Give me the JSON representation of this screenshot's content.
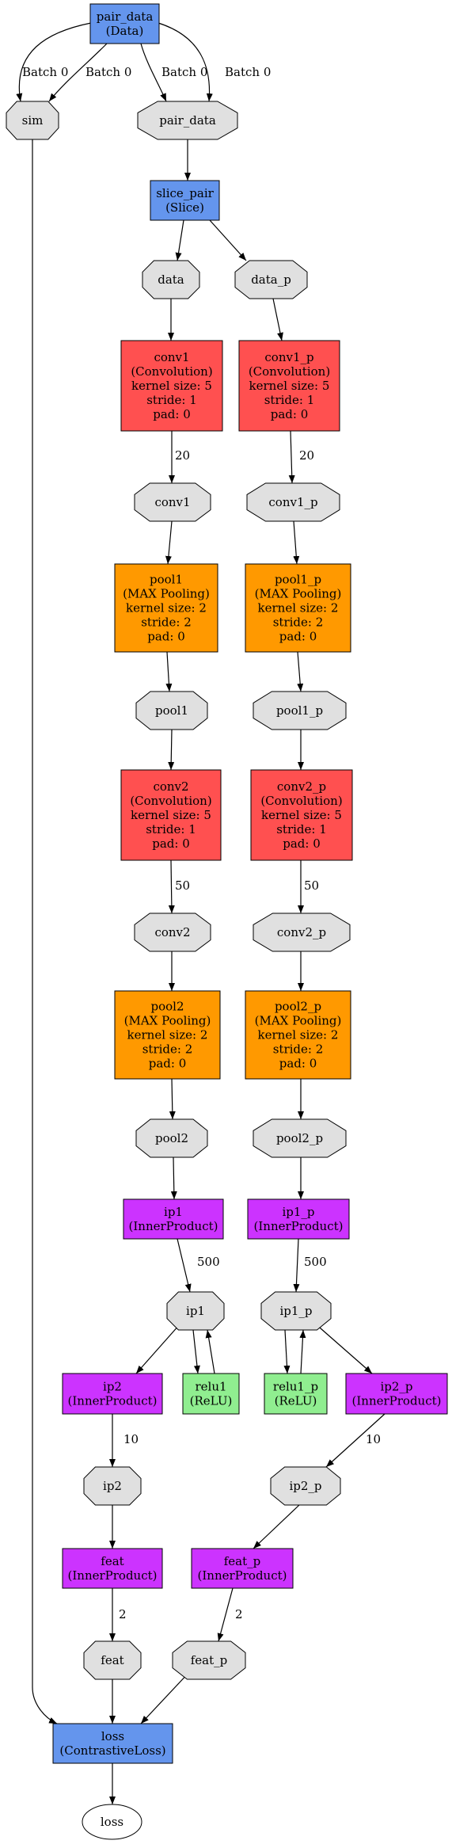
{
  "colors": {
    "data_layer": "#6495ed",
    "conv_layer": "#ff5050",
    "pool_layer": "#ff9900",
    "ip_layer": "#cc33ff",
    "relu_layer": "#90ee90",
    "loss_layer": "#6495ed",
    "blob": "#e0e0e0",
    "output": "#ffffff"
  },
  "nodes": [
    {
      "id": "pair_data_layer",
      "kind": "layer",
      "style": "data_layer",
      "lines": [
        "pair_data",
        "(Data)"
      ]
    },
    {
      "id": "sim",
      "kind": "blob",
      "style": "blob",
      "lines": [
        "sim"
      ]
    },
    {
      "id": "pair_data_blob",
      "kind": "blob",
      "style": "blob",
      "lines": [
        "pair_data"
      ]
    },
    {
      "id": "slice_pair",
      "kind": "layer",
      "style": "data_layer",
      "lines": [
        "slice_pair",
        "(Slice)"
      ]
    },
    {
      "id": "data",
      "kind": "blob",
      "style": "blob",
      "lines": [
        "data"
      ]
    },
    {
      "id": "data_p",
      "kind": "blob",
      "style": "blob",
      "lines": [
        "data_p"
      ]
    },
    {
      "id": "conv1",
      "kind": "layer",
      "style": "conv_layer",
      "lines": [
        "conv1",
        "(Convolution)",
        "kernel size: 5",
        "stride: 1",
        "pad: 0"
      ]
    },
    {
      "id": "conv1_p",
      "kind": "layer",
      "style": "conv_layer",
      "lines": [
        "conv1_p",
        "(Convolution)",
        "kernel size: 5",
        "stride: 1",
        "pad: 0"
      ]
    },
    {
      "id": "conv1_blob",
      "kind": "blob",
      "style": "blob",
      "lines": [
        "conv1"
      ]
    },
    {
      "id": "conv1_p_blob",
      "kind": "blob",
      "style": "blob",
      "lines": [
        "conv1_p"
      ]
    },
    {
      "id": "pool1",
      "kind": "layer",
      "style": "pool_layer",
      "lines": [
        "pool1",
        "(MAX Pooling)",
        "kernel size: 2",
        "stride: 2",
        "pad: 0"
      ]
    },
    {
      "id": "pool1_p",
      "kind": "layer",
      "style": "pool_layer",
      "lines": [
        "pool1_p",
        "(MAX Pooling)",
        "kernel size: 2",
        "stride: 2",
        "pad: 0"
      ]
    },
    {
      "id": "pool1_blob",
      "kind": "blob",
      "style": "blob",
      "lines": [
        "pool1"
      ]
    },
    {
      "id": "pool1_p_blob",
      "kind": "blob",
      "style": "blob",
      "lines": [
        "pool1_p"
      ]
    },
    {
      "id": "conv2",
      "kind": "layer",
      "style": "conv_layer",
      "lines": [
        "conv2",
        "(Convolution)",
        "kernel size: 5",
        "stride: 1",
        "pad: 0"
      ]
    },
    {
      "id": "conv2_p",
      "kind": "layer",
      "style": "conv_layer",
      "lines": [
        "conv2_p",
        "(Convolution)",
        "kernel size: 5",
        "stride: 1",
        "pad: 0"
      ]
    },
    {
      "id": "conv2_blob",
      "kind": "blob",
      "style": "blob",
      "lines": [
        "conv2"
      ]
    },
    {
      "id": "conv2_p_blob",
      "kind": "blob",
      "style": "blob",
      "lines": [
        "conv2_p"
      ]
    },
    {
      "id": "pool2",
      "kind": "layer",
      "style": "pool_layer",
      "lines": [
        "pool2",
        "(MAX Pooling)",
        "kernel size: 2",
        "stride: 2",
        "pad: 0"
      ]
    },
    {
      "id": "pool2_p",
      "kind": "layer",
      "style": "pool_layer",
      "lines": [
        "pool2_p",
        "(MAX Pooling)",
        "kernel size: 2",
        "stride: 2",
        "pad: 0"
      ]
    },
    {
      "id": "pool2_blob",
      "kind": "blob",
      "style": "blob",
      "lines": [
        "pool2"
      ]
    },
    {
      "id": "pool2_p_blob",
      "kind": "blob",
      "style": "blob",
      "lines": [
        "pool2_p"
      ]
    },
    {
      "id": "ip1",
      "kind": "layer",
      "style": "ip_layer",
      "lines": [
        "ip1",
        "(InnerProduct)"
      ]
    },
    {
      "id": "ip1_p",
      "kind": "layer",
      "style": "ip_layer",
      "lines": [
        "ip1_p",
        "(InnerProduct)"
      ]
    },
    {
      "id": "ip1_blob",
      "kind": "blob",
      "style": "blob",
      "lines": [
        "ip1"
      ]
    },
    {
      "id": "ip1_p_blob",
      "kind": "blob",
      "style": "blob",
      "lines": [
        "ip1_p"
      ]
    },
    {
      "id": "ip2",
      "kind": "layer",
      "style": "ip_layer",
      "lines": [
        "ip2",
        "(InnerProduct)"
      ]
    },
    {
      "id": "relu1",
      "kind": "layer",
      "style": "relu_layer",
      "lines": [
        "relu1",
        "(ReLU)"
      ]
    },
    {
      "id": "relu1_p",
      "kind": "layer",
      "style": "relu_layer",
      "lines": [
        "relu1_p",
        "(ReLU)"
      ]
    },
    {
      "id": "ip2_p",
      "kind": "layer",
      "style": "ip_layer",
      "lines": [
        "ip2_p",
        "(InnerProduct)"
      ]
    },
    {
      "id": "ip2_blob",
      "kind": "blob",
      "style": "blob",
      "lines": [
        "ip2"
      ]
    },
    {
      "id": "ip2_p_blob",
      "kind": "blob",
      "style": "blob",
      "lines": [
        "ip2_p"
      ]
    },
    {
      "id": "feat",
      "kind": "layer",
      "style": "ip_layer",
      "lines": [
        "feat",
        "(InnerProduct)"
      ]
    },
    {
      "id": "feat_p",
      "kind": "layer",
      "style": "ip_layer",
      "lines": [
        "feat_p",
        "(InnerProduct)"
      ]
    },
    {
      "id": "feat_blob",
      "kind": "blob",
      "style": "blob",
      "lines": [
        "feat"
      ]
    },
    {
      "id": "feat_p_blob",
      "kind": "blob",
      "style": "blob",
      "lines": [
        "feat_p"
      ]
    },
    {
      "id": "loss_layer",
      "kind": "layer",
      "style": "loss_layer",
      "lines": [
        "loss",
        "(ContrastiveLoss)"
      ]
    },
    {
      "id": "loss_out",
      "kind": "output",
      "style": "output",
      "lines": [
        "loss"
      ]
    }
  ],
  "edges": [
    {
      "from": "pair_data_layer",
      "to": "sim",
      "label": "Batch 0"
    },
    {
      "from": "pair_data_layer",
      "to": "sim",
      "label": "Batch 0"
    },
    {
      "from": "pair_data_layer",
      "to": "pair_data_blob",
      "label": "Batch 0"
    },
    {
      "from": "pair_data_layer",
      "to": "pair_data_blob",
      "label": "Batch 0"
    },
    {
      "from": "pair_data_blob",
      "to": "slice_pair",
      "label": ""
    },
    {
      "from": "slice_pair",
      "to": "data",
      "label": ""
    },
    {
      "from": "slice_pair",
      "to": "data_p",
      "label": ""
    },
    {
      "from": "data",
      "to": "conv1",
      "label": ""
    },
    {
      "from": "data_p",
      "to": "conv1_p",
      "label": ""
    },
    {
      "from": "conv1",
      "to": "conv1_blob",
      "label": "20"
    },
    {
      "from": "conv1_p",
      "to": "conv1_p_blob",
      "label": "20"
    },
    {
      "from": "conv1_blob",
      "to": "pool1",
      "label": ""
    },
    {
      "from": "conv1_p_blob",
      "to": "pool1_p",
      "label": ""
    },
    {
      "from": "pool1",
      "to": "pool1_blob",
      "label": ""
    },
    {
      "from": "pool1_p",
      "to": "pool1_p_blob",
      "label": ""
    },
    {
      "from": "pool1_blob",
      "to": "conv2",
      "label": ""
    },
    {
      "from": "pool1_p_blob",
      "to": "conv2_p",
      "label": ""
    },
    {
      "from": "conv2",
      "to": "conv2_blob",
      "label": "50"
    },
    {
      "from": "conv2_p",
      "to": "conv2_p_blob",
      "label": "50"
    },
    {
      "from": "conv2_blob",
      "to": "pool2",
      "label": ""
    },
    {
      "from": "conv2_p_blob",
      "to": "pool2_p",
      "label": ""
    },
    {
      "from": "pool2",
      "to": "pool2_blob",
      "label": ""
    },
    {
      "from": "pool2_p",
      "to": "pool2_p_blob",
      "label": ""
    },
    {
      "from": "pool2_blob",
      "to": "ip1",
      "label": ""
    },
    {
      "from": "pool2_p_blob",
      "to": "ip1_p",
      "label": ""
    },
    {
      "from": "ip1",
      "to": "ip1_blob",
      "label": "500"
    },
    {
      "from": "ip1_p",
      "to": "ip1_p_blob",
      "label": "500"
    },
    {
      "from": "ip1_blob",
      "to": "ip2",
      "label": ""
    },
    {
      "from": "ip1_blob",
      "to": "relu1",
      "label": ""
    },
    {
      "from": "relu1",
      "to": "ip1_blob",
      "label": ""
    },
    {
      "from": "ip1_p_blob",
      "to": "relu1_p",
      "label": ""
    },
    {
      "from": "relu1_p",
      "to": "ip1_p_blob",
      "label": ""
    },
    {
      "from": "ip1_p_blob",
      "to": "ip2_p",
      "label": ""
    },
    {
      "from": "ip2",
      "to": "ip2_blob",
      "label": "10"
    },
    {
      "from": "ip2_p",
      "to": "ip2_p_blob",
      "label": "10"
    },
    {
      "from": "ip2_blob",
      "to": "feat",
      "label": ""
    },
    {
      "from": "ip2_p_blob",
      "to": "feat_p",
      "label": ""
    },
    {
      "from": "feat",
      "to": "feat_blob",
      "label": "2"
    },
    {
      "from": "feat_p",
      "to": "feat_p_blob",
      "label": "2"
    },
    {
      "from": "sim",
      "to": "loss_layer",
      "label": ""
    },
    {
      "from": "feat_blob",
      "to": "loss_layer",
      "label": ""
    },
    {
      "from": "feat_p_blob",
      "to": "loss_layer",
      "label": ""
    },
    {
      "from": "loss_layer",
      "to": "loss_out",
      "label": ""
    }
  ]
}
